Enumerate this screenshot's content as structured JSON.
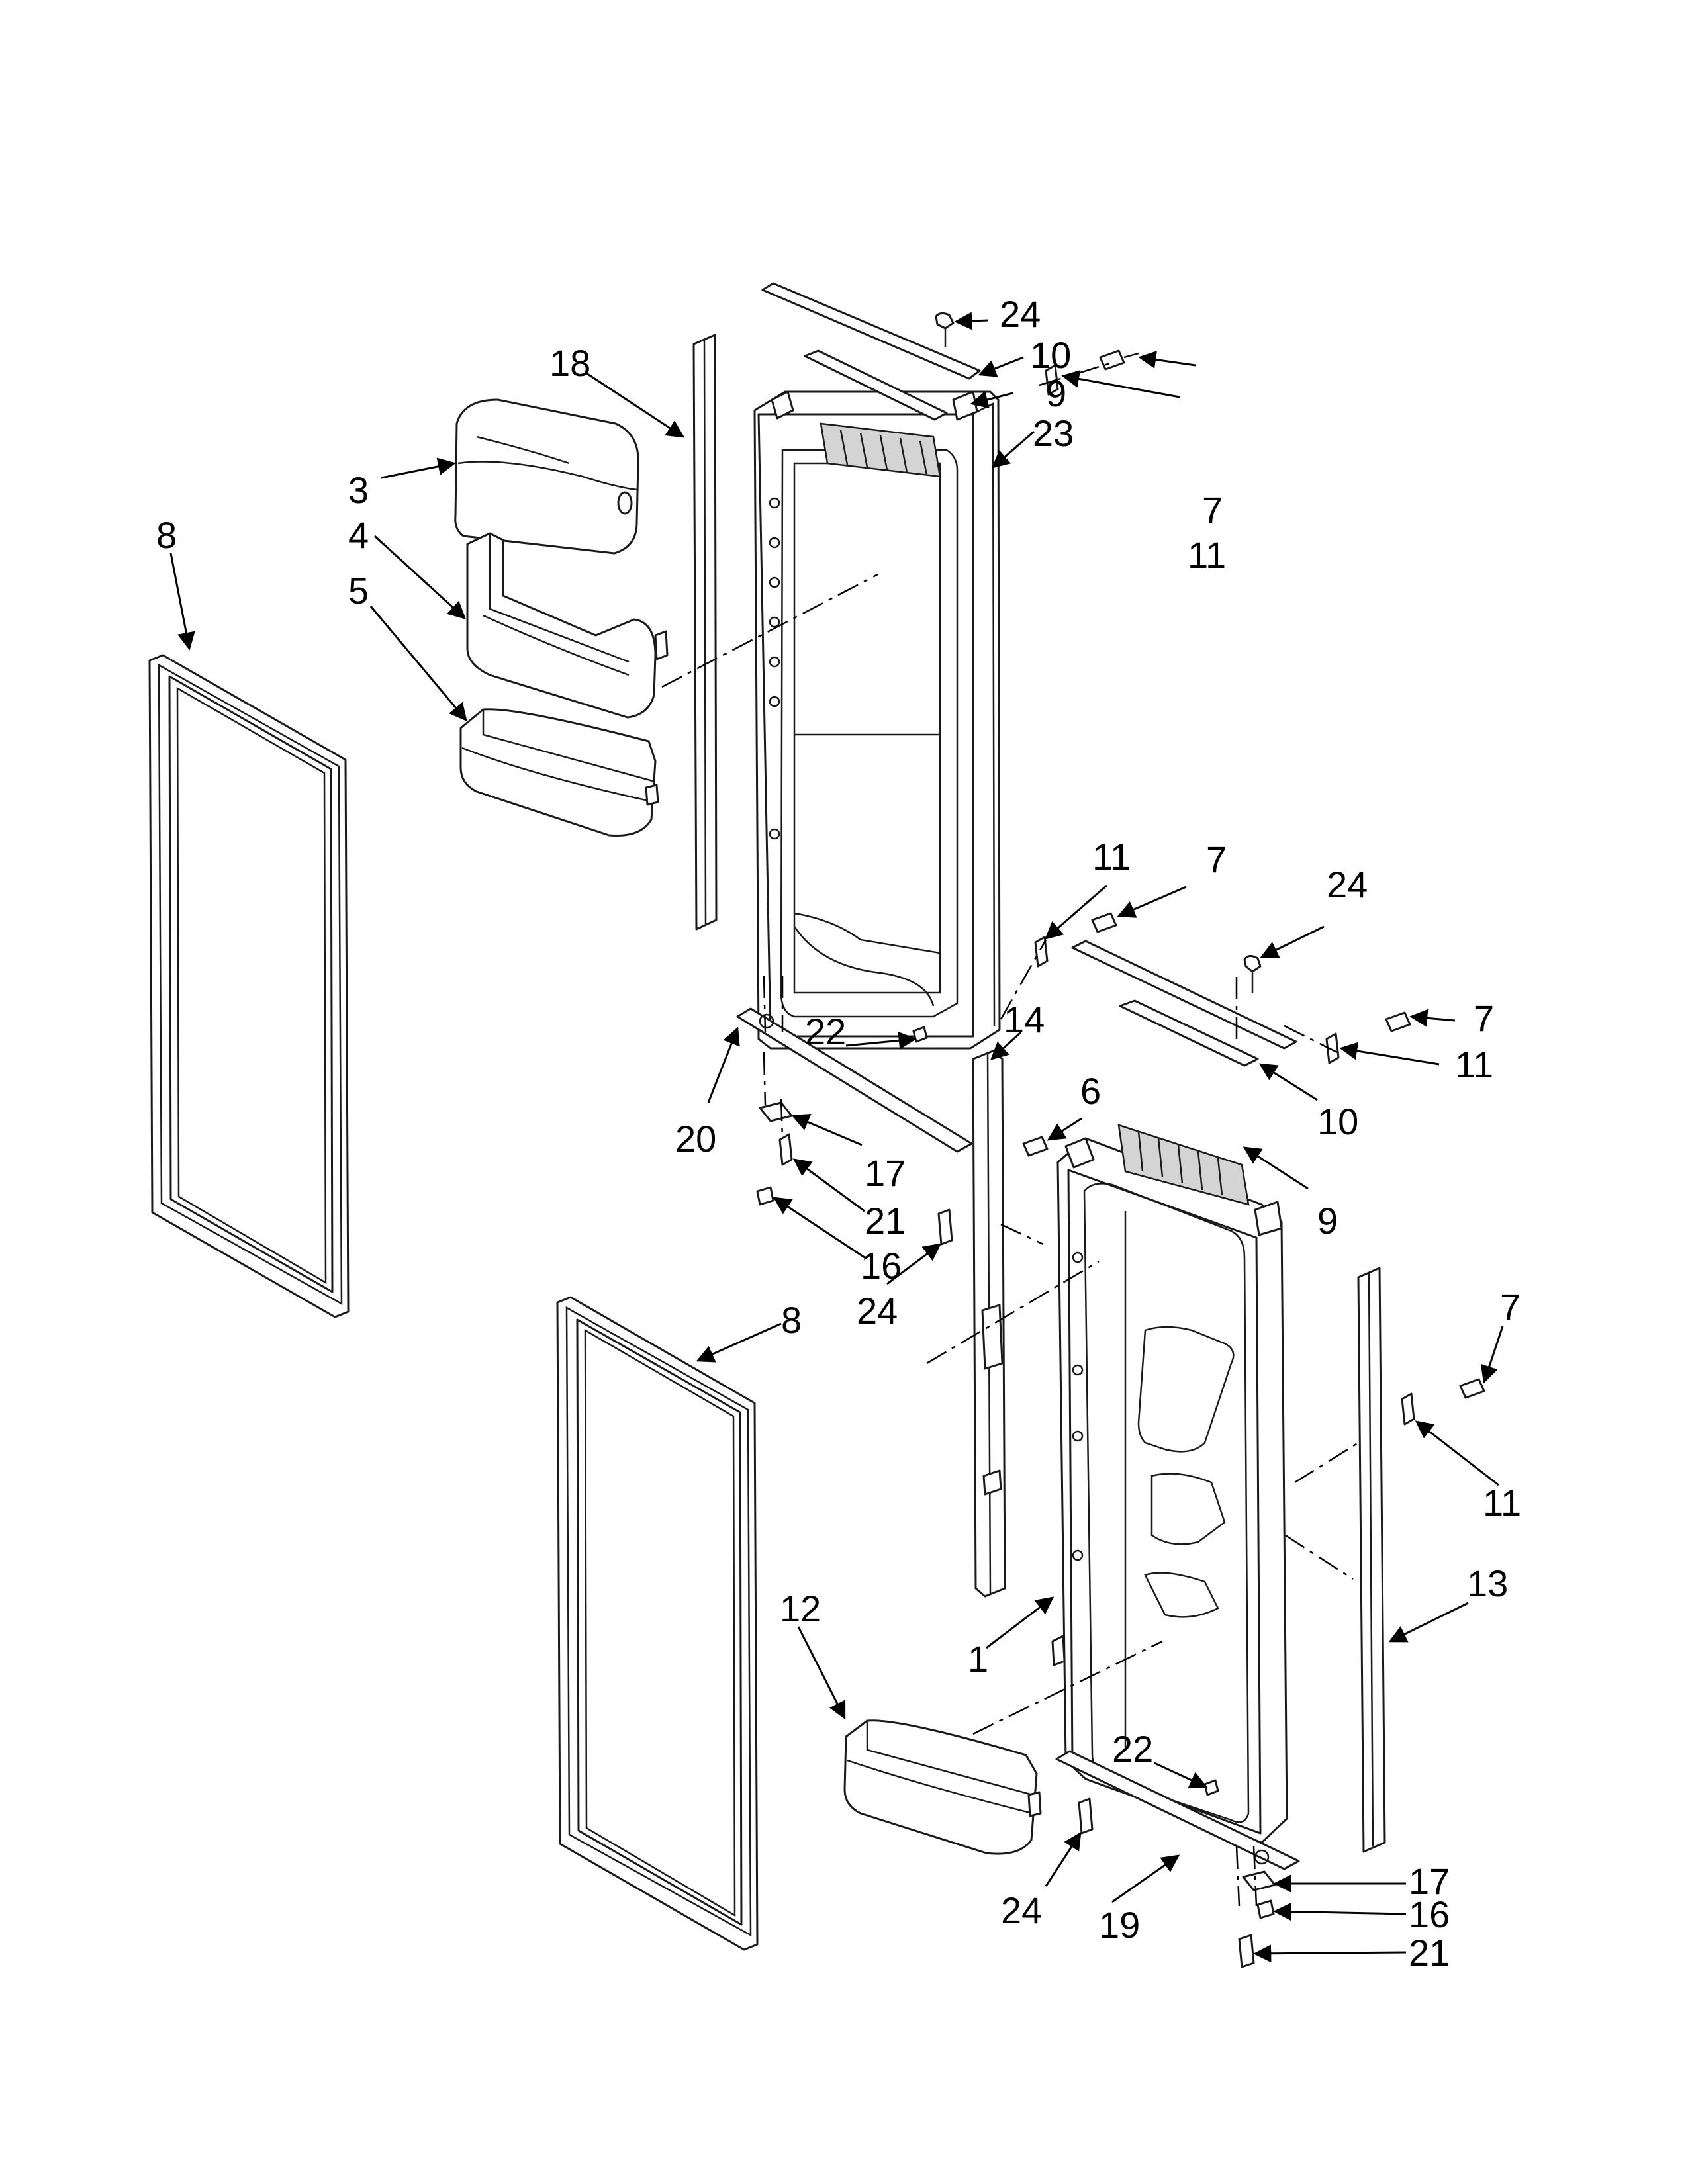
{
  "diagram": {
    "callouts": [
      {
        "label": "24"
      },
      {
        "label": "10"
      },
      {
        "label": "9"
      },
      {
        "label": "23"
      },
      {
        "label": "18"
      },
      {
        "label": "7"
      },
      {
        "label": "11"
      },
      {
        "label": "3"
      },
      {
        "label": "4"
      },
      {
        "label": "8"
      },
      {
        "label": "5"
      },
      {
        "label": "11"
      },
      {
        "label": "7"
      },
      {
        "label": "24"
      },
      {
        "label": "7"
      },
      {
        "label": "11"
      },
      {
        "label": "14"
      },
      {
        "label": "22"
      },
      {
        "label": "6"
      },
      {
        "label": "10"
      },
      {
        "label": "20"
      },
      {
        "label": "17"
      },
      {
        "label": "21"
      },
      {
        "label": "9"
      },
      {
        "label": "16"
      },
      {
        "label": "24"
      },
      {
        "label": "7"
      },
      {
        "label": "8"
      },
      {
        "label": "11"
      },
      {
        "label": "13"
      },
      {
        "label": "12"
      },
      {
        "label": "1"
      },
      {
        "label": "22"
      },
      {
        "label": "24"
      },
      {
        "label": "19"
      },
      {
        "label": "17"
      },
      {
        "label": "16"
      },
      {
        "label": "21"
      }
    ]
  }
}
